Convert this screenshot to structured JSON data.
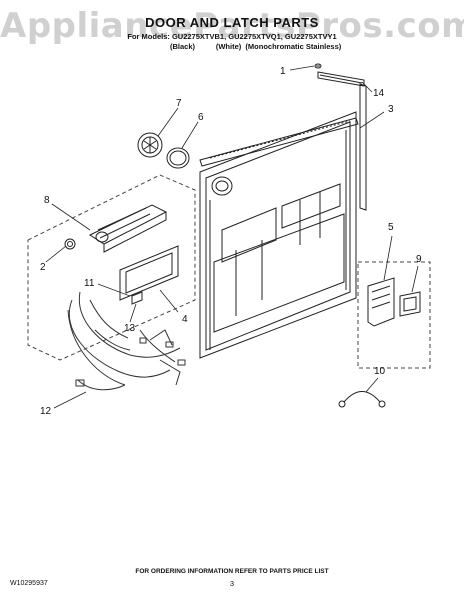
{
  "watermark": "AppliancePartsPros.com",
  "header": {
    "title": "DOOR AND LATCH PARTS",
    "models": "For Models: GU2275XTVB1, GU2275XTVQ1, GU2275XTVY1",
    "finishes": "(Black)          (White)  (Monochromatic Stainless)"
  },
  "callouts": [
    "1",
    "14",
    "3",
    "7",
    "6",
    "8",
    "2",
    "11",
    "13",
    "4",
    "5",
    "9",
    "10",
    "12"
  ],
  "footer": {
    "note": "FOR ORDERING INFORMATION REFER TO PARTS PRICE LIST",
    "doc_id": "W10295937",
    "page": "3"
  }
}
